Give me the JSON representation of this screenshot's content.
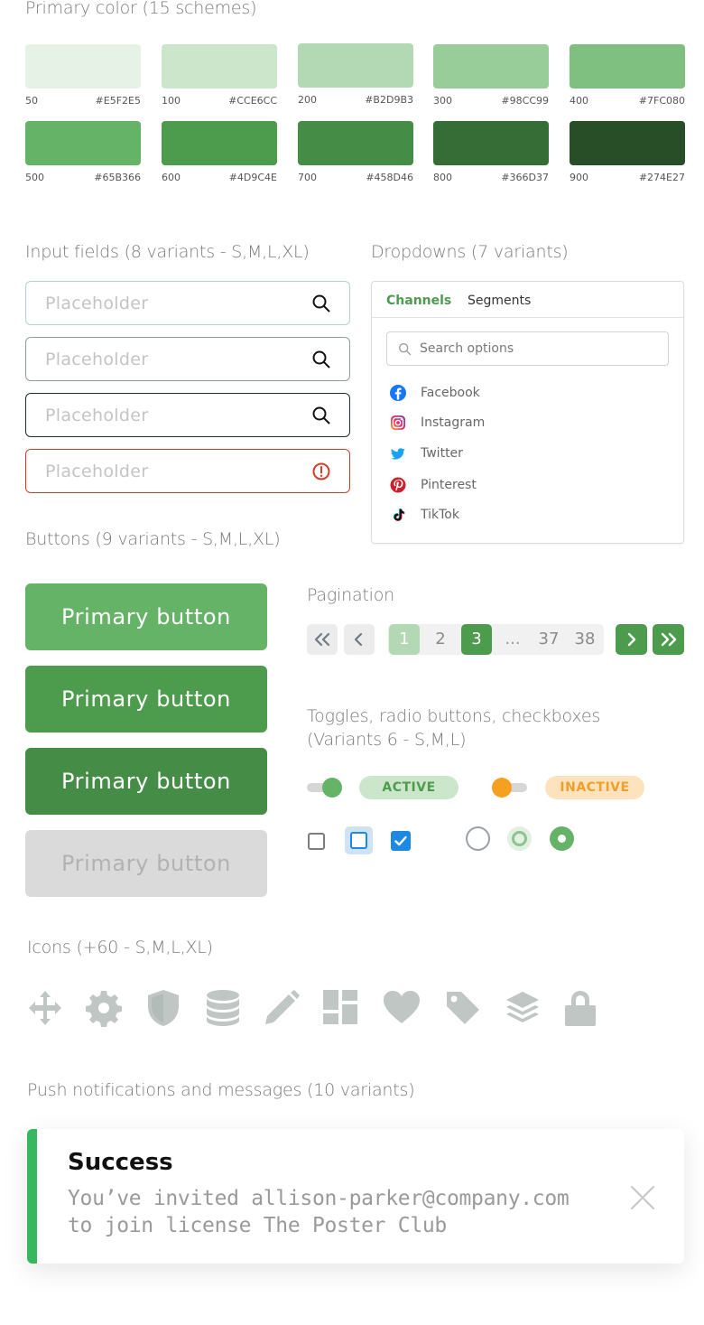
{
  "sections": {
    "primary_color": "Primary color (15 schemes)",
    "inputs": "Input fields (8 variants - S,M,L,XL)",
    "dropdowns": "Dropdowns (7 variants)",
    "buttons": "Buttons (9 variants - S,M,L,XL)",
    "pagination": "Pagination",
    "toggles_line1": "Toggles, radio buttons, checkboxes",
    "toggles_line2": "(Variants 6 - S,M,L)",
    "icons": "Icons (+60 - S,M,L,XL)",
    "notifications": "Push notifications and messages (10 variants)"
  },
  "swatches": [
    {
      "shade": "50",
      "hex": "#E5F2E5"
    },
    {
      "shade": "100",
      "hex": "#CCE6CC"
    },
    {
      "shade": "200",
      "hex": "#B2D9B3"
    },
    {
      "shade": "300",
      "hex": "#98CC99"
    },
    {
      "shade": "400",
      "hex": "#7FC080"
    },
    {
      "shade": "500",
      "hex": "#65B366"
    },
    {
      "shade": "600",
      "hex": "#4D9C4E"
    },
    {
      "shade": "700",
      "hex": "#458D46"
    },
    {
      "shade": "800",
      "hex": "#366D37"
    },
    {
      "shade": "900",
      "hex": "#274E27"
    }
  ],
  "inputs": [
    {
      "placeholder": "Placeholder",
      "state": "default",
      "border": "#b4d1cc",
      "icon": "search-icon"
    },
    {
      "placeholder": "Placeholder",
      "state": "hover",
      "border": "#8a9e99",
      "icon": "search-icon"
    },
    {
      "placeholder": "Placeholder",
      "state": "focused",
      "border": "#1f2d3d",
      "icon": "search-icon"
    },
    {
      "placeholder": "Placeholder",
      "state": "error",
      "border": "#d93a25",
      "icon": "error-icon"
    }
  ],
  "dropdown": {
    "tabs": [
      "Channels",
      "Segments"
    ],
    "search_placeholder": "Search options",
    "items": [
      {
        "label": "Facebook",
        "icon": "facebook-icon"
      },
      {
        "label": "Instagram",
        "icon": "instagram-icon"
      },
      {
        "label": "Twitter",
        "icon": "twitter-icon"
      },
      {
        "label": "Pinterest",
        "icon": "pinterest-icon"
      },
      {
        "label": "TikTok",
        "icon": "tiktok-icon"
      }
    ]
  },
  "buttons": [
    {
      "label": "Primary button",
      "state": "default",
      "bg": "#65B366"
    },
    {
      "label": "Primary button",
      "state": "hover",
      "bg": "#4D9C4E"
    },
    {
      "label": "Primary button",
      "state": "pressed",
      "bg": "#458D46"
    },
    {
      "label": "Primary button",
      "state": "disabled",
      "bg": "#dadada"
    }
  ],
  "pagination": {
    "pages": [
      "1",
      "2",
      "3",
      "...",
      "37",
      "38"
    ],
    "current": "3"
  },
  "toggles": {
    "active_label": "ACTIVE",
    "inactive_label": "INACTIVE",
    "active_color": "#65B366",
    "inactive_color": "#F5A01F"
  },
  "icons": [
    "move-icon",
    "gear-icon",
    "shield-icon",
    "database-icon",
    "pencil-icon",
    "dashboard-icon",
    "heart-icon",
    "tag-icon",
    "layers-icon",
    "lock-icon"
  ],
  "notification": {
    "title": "Success",
    "message_line1": "You’ve invited allison-parker@company.com",
    "message_line2": "to join license The Poster Club"
  }
}
